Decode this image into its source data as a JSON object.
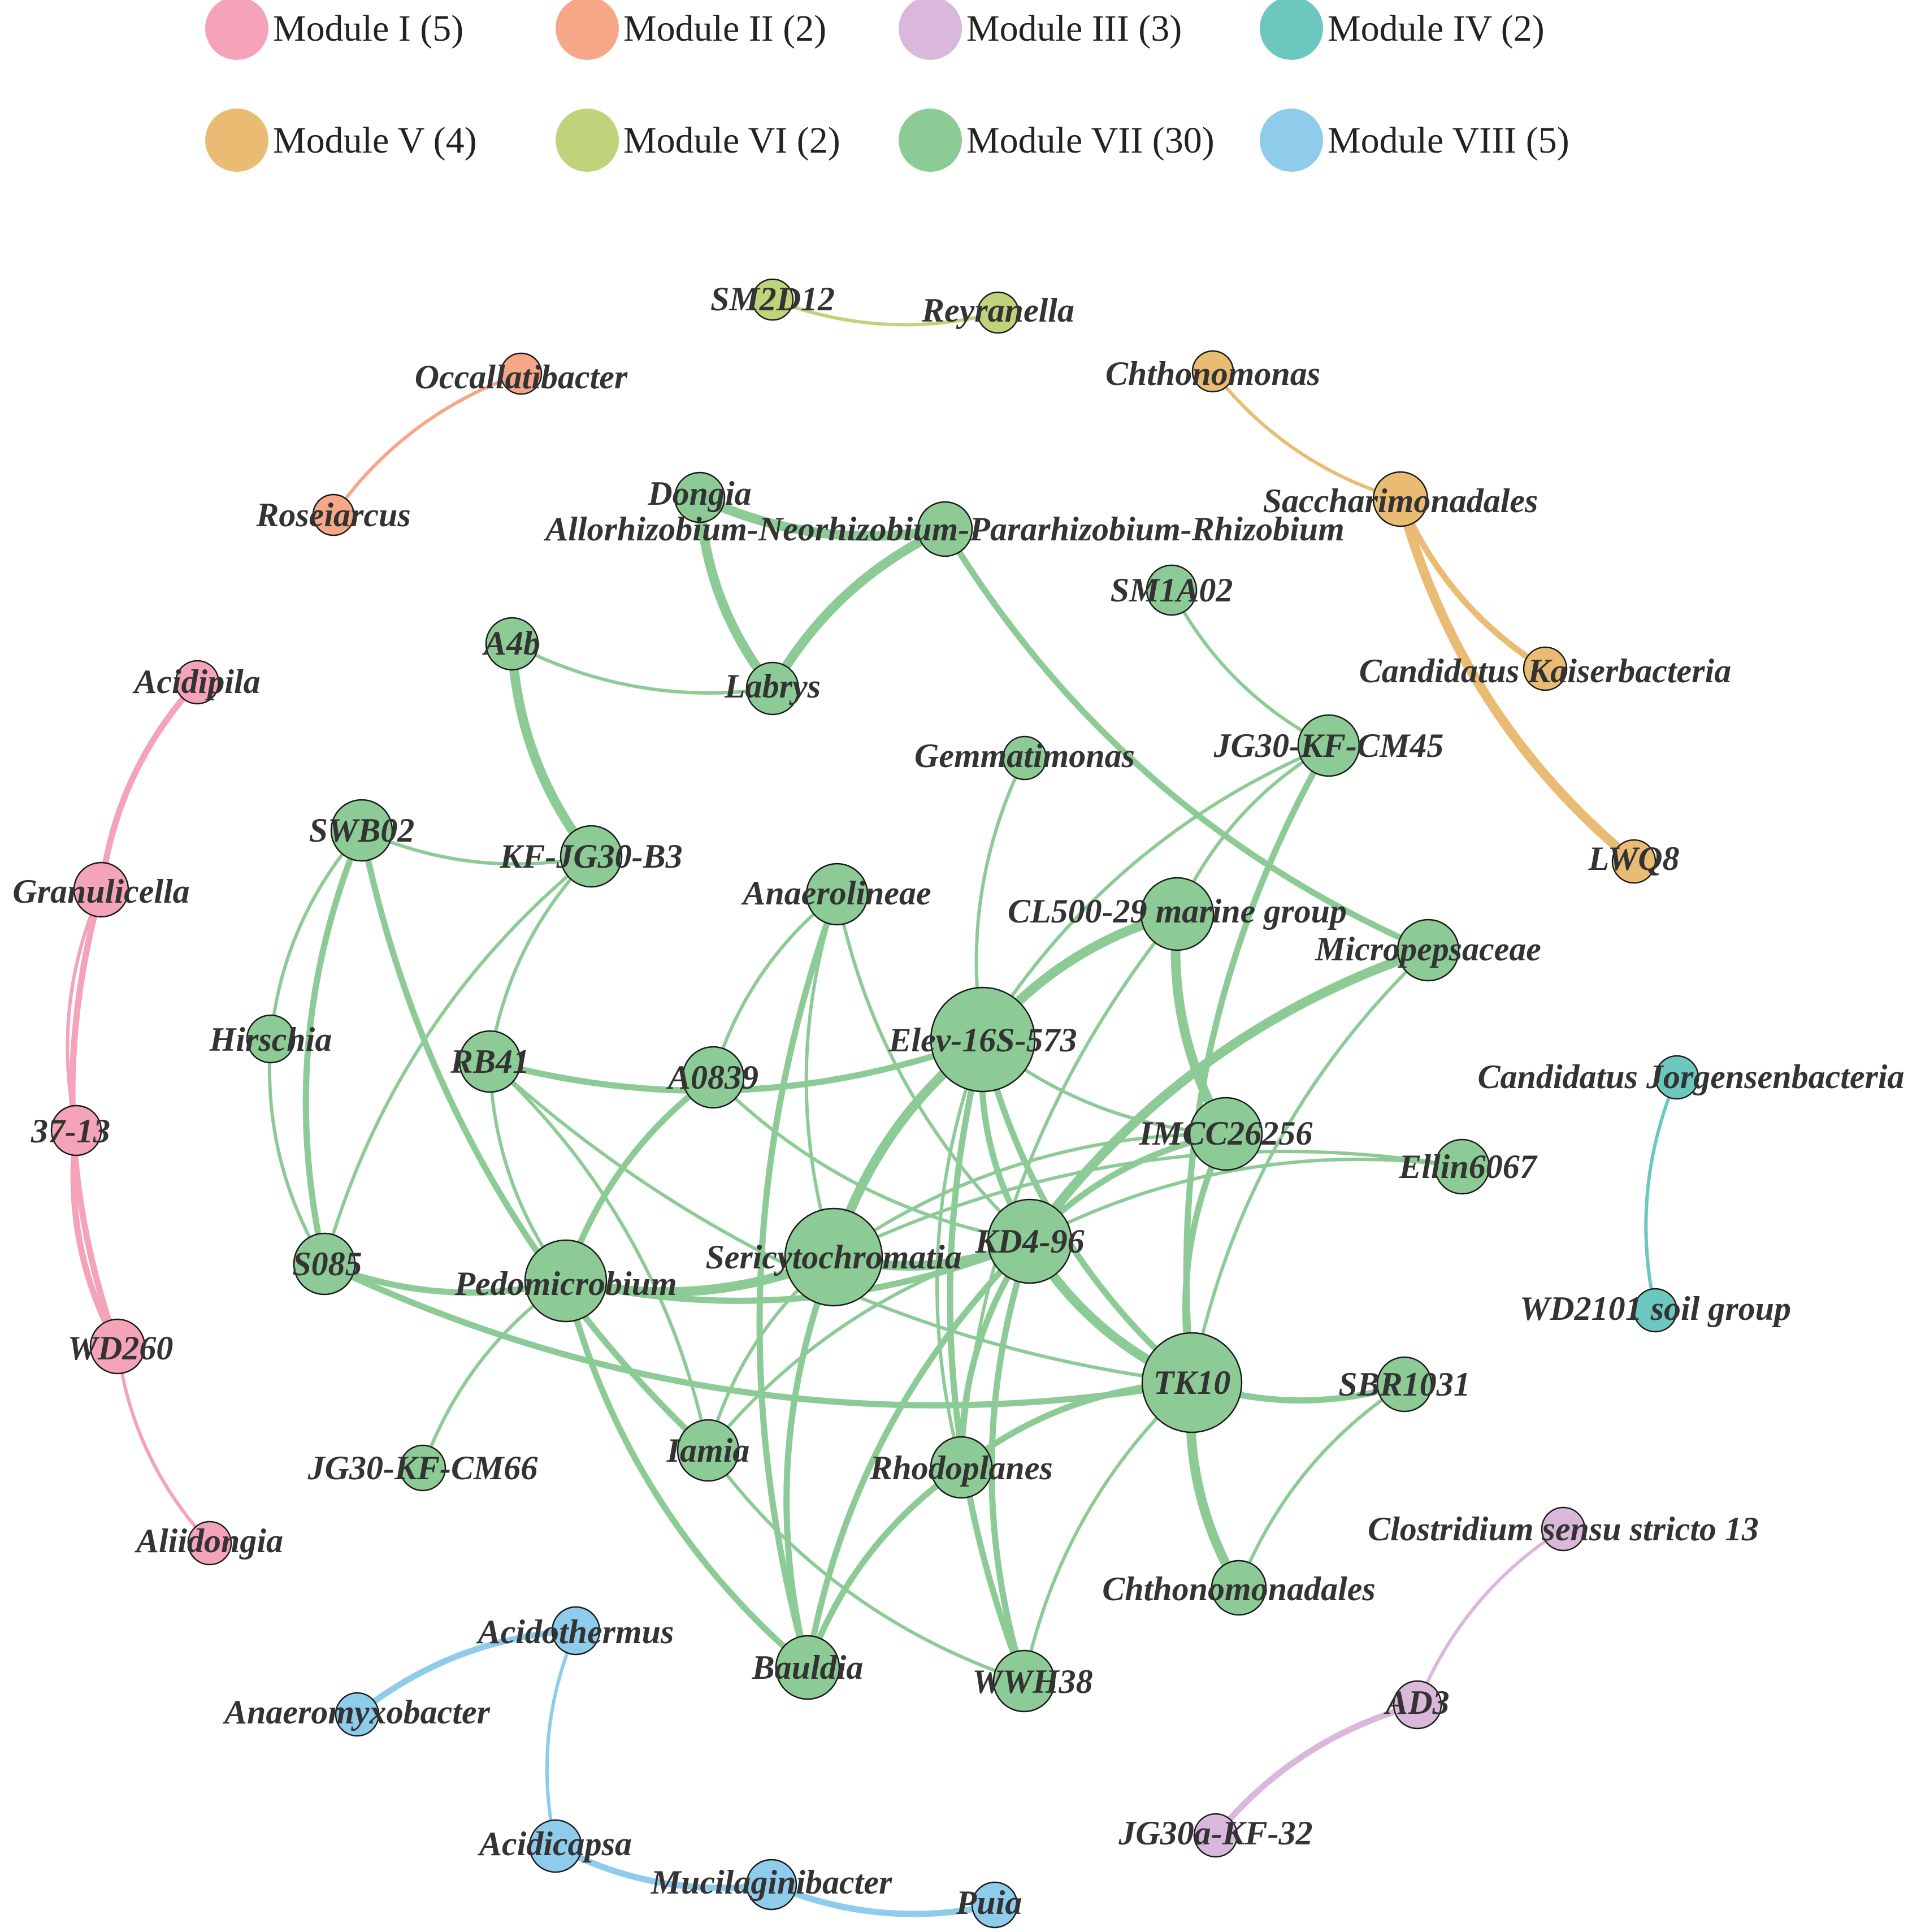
{
  "legend": [
    {
      "id": "I",
      "label": "Module I (5)",
      "color": "#F4A3B8"
    },
    {
      "id": "II",
      "label": "Module II (2)",
      "color": "#F5A788"
    },
    {
      "id": "III",
      "label": "Module III (3)",
      "color": "#D9B8DB"
    },
    {
      "id": "IV",
      "label": "Module IV (2)",
      "color": "#6CC7BE"
    },
    {
      "id": "V",
      "label": "Module V (4)",
      "color": "#EABB72"
    },
    {
      "id": "VI",
      "label": "Module VI (2)",
      "color": "#BFD47A"
    },
    {
      "id": "VII",
      "label": "Module VII (30)",
      "color": "#8DCB96"
    },
    {
      "id": "VIII",
      "label": "Module VIII (5)",
      "color": "#8FCBEA"
    }
  ],
  "nodes": [
    {
      "id": "sm2d12",
      "label": "SM2D12",
      "module": "VI"
    },
    {
      "id": "reyranella",
      "label": "Reyranella",
      "module": "VI"
    },
    {
      "id": "occallatibacter",
      "label": "Occallatibacter",
      "module": "II"
    },
    {
      "id": "roseiarcus",
      "label": "Roseiarcus",
      "module": "II"
    },
    {
      "id": "chthonomonas",
      "label": "Chthonomonas",
      "module": "V"
    },
    {
      "id": "saccharimonadales",
      "label": "Saccharimonadales",
      "module": "V"
    },
    {
      "id": "kaiserbacteria",
      "label": "Candidatus Kaiserbacteria",
      "module": "V"
    },
    {
      "id": "lwq8",
      "label": "LWQ8",
      "module": "V"
    },
    {
      "id": "acidipila",
      "label": "Acidipila",
      "module": "I"
    },
    {
      "id": "granulicella",
      "label": "Granulicella",
      "module": "I"
    },
    {
      "id": "n3713",
      "label": "37-13",
      "module": "I"
    },
    {
      "id": "wd260",
      "label": "WD260",
      "module": "I"
    },
    {
      "id": "aliidongia",
      "label": "Aliidongia",
      "module": "I"
    },
    {
      "id": "jorgensen",
      "label": "Candidatus Jorgensenbacteria",
      "module": "IV"
    },
    {
      "id": "wd2101",
      "label": "WD2101 soil group",
      "module": "IV"
    },
    {
      "id": "clostridium",
      "label": "Clostridium sensu stricto 13",
      "module": "III"
    },
    {
      "id": "ad3",
      "label": "AD3",
      "module": "III"
    },
    {
      "id": "jg30akf32",
      "label": "JG30a-KF-32",
      "module": "III"
    },
    {
      "id": "acidothermus",
      "label": "Acidothermus",
      "module": "VIII"
    },
    {
      "id": "anaeromyxobacter",
      "label": "Anaeromyxobacter",
      "module": "VIII"
    },
    {
      "id": "acidicapsa",
      "label": "Acidicapsa",
      "module": "VIII"
    },
    {
      "id": "mucilaginibacter",
      "label": "Mucilaginibacter",
      "module": "VIII"
    },
    {
      "id": "puia",
      "label": "Puia",
      "module": "VIII"
    },
    {
      "id": "dongia",
      "label": "Dongia",
      "module": "VII"
    },
    {
      "id": "rhizobium",
      "label": "Allorhizobium-Neorhizobium-Pararhizobium-Rhizobium",
      "module": "VII"
    },
    {
      "id": "labrys",
      "label": "Labrys",
      "module": "VII"
    },
    {
      "id": "a4b",
      "label": "A4b",
      "module": "VII"
    },
    {
      "id": "sm1a02",
      "label": "SM1A02",
      "module": "VII"
    },
    {
      "id": "gemmatimonas",
      "label": "Gemmatimonas",
      "module": "VII"
    },
    {
      "id": "jg30kfcm45",
      "label": "JG30-KF-CM45",
      "module": "VII"
    },
    {
      "id": "swb02",
      "label": "SWB02",
      "module": "VII"
    },
    {
      "id": "kfjg30b3",
      "label": "KF-JG30-B3",
      "module": "VII"
    },
    {
      "id": "anaerolineae",
      "label": "Anaerolineae",
      "module": "VII"
    },
    {
      "id": "cl500",
      "label": "CL500-29 marine group",
      "module": "VII"
    },
    {
      "id": "micropepsaceae",
      "label": "Micropepsaceae",
      "module": "VII"
    },
    {
      "id": "hirschia",
      "label": "Hirschia",
      "module": "VII"
    },
    {
      "id": "rb41",
      "label": "RB41",
      "module": "VII"
    },
    {
      "id": "a0839",
      "label": "A0839",
      "module": "VII"
    },
    {
      "id": "elev",
      "label": "Elev-16S-573",
      "module": "VII"
    },
    {
      "id": "imcc",
      "label": "IMCC26256",
      "module": "VII"
    },
    {
      "id": "ellin",
      "label": "Ellin6067",
      "module": "VII"
    },
    {
      "id": "s085",
      "label": "S085",
      "module": "VII"
    },
    {
      "id": "pedomicrobium",
      "label": "Pedomicrobium",
      "module": "VII"
    },
    {
      "id": "sericyto",
      "label": "Sericytochromatia",
      "module": "VII"
    },
    {
      "id": "kd496",
      "label": "KD4-96",
      "module": "VII"
    },
    {
      "id": "tk10",
      "label": "TK10",
      "module": "VII"
    },
    {
      "id": "sbr1031",
      "label": "SBR1031",
      "module": "VII"
    },
    {
      "id": "jg30kfcm66",
      "label": "JG30-KF-CM66",
      "module": "VII"
    },
    {
      "id": "iamia",
      "label": "Iamia",
      "module": "VII"
    },
    {
      "id": "rhodoplanes",
      "label": "Rhodoplanes",
      "module": "VII"
    },
    {
      "id": "chthonomonadales",
      "label": "Chthonomonadales",
      "module": "VII"
    },
    {
      "id": "bauldia",
      "label": "Bauldia",
      "module": "VII"
    },
    {
      "id": "wwh38",
      "label": "WWH38",
      "module": "VII"
    }
  ],
  "edges": [
    {
      "s": "sm2d12",
      "t": "reyranella",
      "w": 1
    },
    {
      "s": "occallatibacter",
      "t": "roseiarcus",
      "w": 1
    },
    {
      "s": "chthonomonas",
      "t": "saccharimonadales",
      "w": 1
    },
    {
      "s": "saccharimonadales",
      "t": "kaiserbacteria",
      "w": 2
    },
    {
      "s": "saccharimonadales",
      "t": "lwq8",
      "w": 3
    },
    {
      "s": "acidipila",
      "t": "granulicella",
      "w": 2
    },
    {
      "s": "granulicella",
      "t": "n3713",
      "w": 1
    },
    {
      "s": "granulicella",
      "t": "wd260",
      "w": 2
    },
    {
      "s": "n3713",
      "t": "wd260",
      "w": 2
    },
    {
      "s": "wd260",
      "t": "aliidongia",
      "w": 1
    },
    {
      "s": "jorgensen",
      "t": "wd2101",
      "w": 1
    },
    {
      "s": "clostridium",
      "t": "ad3",
      "w": 1
    },
    {
      "s": "ad3",
      "t": "jg30akf32",
      "w": 2
    },
    {
      "s": "acidothermus",
      "t": "anaeromyxobacter",
      "w": 2
    },
    {
      "s": "acidothermus",
      "t": "acidicapsa",
      "w": 1
    },
    {
      "s": "acidicapsa",
      "t": "mucilaginibacter",
      "w": 2
    },
    {
      "s": "mucilaginibacter",
      "t": "puia",
      "w": 2
    },
    {
      "s": "dongia",
      "t": "rhizobium",
      "w": 3
    },
    {
      "s": "dongia",
      "t": "labrys",
      "w": 3
    },
    {
      "s": "rhizobium",
      "t": "labrys",
      "w": 3
    },
    {
      "s": "rhizobium",
      "t": "micropepsaceae",
      "w": 2
    },
    {
      "s": "a4b",
      "t": "labrys",
      "w": 1
    },
    {
      "s": "a4b",
      "t": "kfjg30b3",
      "w": 3
    },
    {
      "s": "sm1a02",
      "t": "jg30kfcm45",
      "w": 1
    },
    {
      "s": "gemmatimonas",
      "t": "elev",
      "w": 1
    },
    {
      "s": "jg30kfcm45",
      "t": "elev",
      "w": 1
    },
    {
      "s": "jg30kfcm45",
      "t": "cl500",
      "w": 1
    },
    {
      "s": "jg30kfcm45",
      "t": "tk10",
      "w": 2
    },
    {
      "s": "swb02",
      "t": "hirschia",
      "w": 1
    },
    {
      "s": "swb02",
      "t": "s085",
      "w": 2
    },
    {
      "s": "swb02",
      "t": "kfjg30b3",
      "w": 1
    },
    {
      "s": "swb02",
      "t": "iamia",
      "w": 2
    },
    {
      "s": "hirschia",
      "t": "s085",
      "w": 1
    },
    {
      "s": "kfjg30b3",
      "t": "rb41",
      "w": 1
    },
    {
      "s": "kfjg30b3",
      "t": "s085",
      "w": 1
    },
    {
      "s": "anaerolineae",
      "t": "a0839",
      "w": 1
    },
    {
      "s": "anaerolineae",
      "t": "kd496",
      "w": 1
    },
    {
      "s": "anaerolineae",
      "t": "bauldia",
      "w": 2
    },
    {
      "s": "anaerolineae",
      "t": "sericyto",
      "w": 1
    },
    {
      "s": "cl500",
      "t": "elev",
      "w": 3
    },
    {
      "s": "cl500",
      "t": "imcc",
      "w": 3
    },
    {
      "s": "cl500",
      "t": "rhodoplanes",
      "w": 1
    },
    {
      "s": "micropepsaceae",
      "t": "kd496",
      "w": 3
    },
    {
      "s": "micropepsaceae",
      "t": "tk10",
      "w": 1
    },
    {
      "s": "rb41",
      "t": "elev",
      "w": 2
    },
    {
      "s": "rb41",
      "t": "tk10",
      "w": 1
    },
    {
      "s": "rb41",
      "t": "pedomicrobium",
      "w": 1
    },
    {
      "s": "a0839",
      "t": "pedomicrobium",
      "w": 2
    },
    {
      "s": "a0839",
      "t": "kd496",
      "w": 1
    },
    {
      "s": "elev",
      "t": "sericyto",
      "w": 3
    },
    {
      "s": "elev",
      "t": "kd496",
      "w": 2
    },
    {
      "s": "elev",
      "t": "tk10",
      "w": 2
    },
    {
      "s": "elev",
      "t": "imcc",
      "w": 1
    },
    {
      "s": "elev",
      "t": "rhodoplanes",
      "w": 1
    },
    {
      "s": "elev",
      "t": "wwh38",
      "w": 2
    },
    {
      "s": "imcc",
      "t": "tk10",
      "w": 2
    },
    {
      "s": "imcc",
      "t": "sericyto",
      "w": 1
    },
    {
      "s": "imcc",
      "t": "kd496",
      "w": 2
    },
    {
      "s": "ellin",
      "t": "kd496",
      "w": 1
    },
    {
      "s": "ellin",
      "t": "sericyto",
      "w": 1
    },
    {
      "s": "s085",
      "t": "pedomicrobium",
      "w": 2
    },
    {
      "s": "s085",
      "t": "tk10",
      "w": 2
    },
    {
      "s": "pedomicrobium",
      "t": "sericyto",
      "w": 3
    },
    {
      "s": "pedomicrobium",
      "t": "kd496",
      "w": 2
    },
    {
      "s": "pedomicrobium",
      "t": "jg30kfcm66",
      "w": 1
    },
    {
      "s": "pedomicrobium",
      "t": "bauldia",
      "w": 2
    },
    {
      "s": "sericyto",
      "t": "kd496",
      "w": 3
    },
    {
      "s": "sericyto",
      "t": "iamia",
      "w": 1
    },
    {
      "s": "sericyto",
      "t": "bauldia",
      "w": 2
    },
    {
      "s": "kd496",
      "t": "tk10",
      "w": 3
    },
    {
      "s": "kd496",
      "t": "rhodoplanes",
      "w": 2
    },
    {
      "s": "kd496",
      "t": "bauldia",
      "w": 2
    },
    {
      "s": "kd496",
      "t": "wwh38",
      "w": 2
    },
    {
      "s": "kd496",
      "t": "iamia",
      "w": 1
    },
    {
      "s": "tk10",
      "t": "sbr1031",
      "w": 2
    },
    {
      "s": "tk10",
      "t": "rhodoplanes",
      "w": 2
    },
    {
      "s": "tk10",
      "t": "chthonomonadales",
      "w": 3
    },
    {
      "s": "tk10",
      "t": "wwh38",
      "w": 1
    },
    {
      "s": "sbr1031",
      "t": "chthonomonadales",
      "w": 1
    },
    {
      "s": "rhodoplanes",
      "t": "bauldia",
      "w": 2
    },
    {
      "s": "iamia",
      "t": "wwh38",
      "w": 1
    },
    {
      "s": "iamia",
      "t": "rb41",
      "w": 1
    }
  ]
}
